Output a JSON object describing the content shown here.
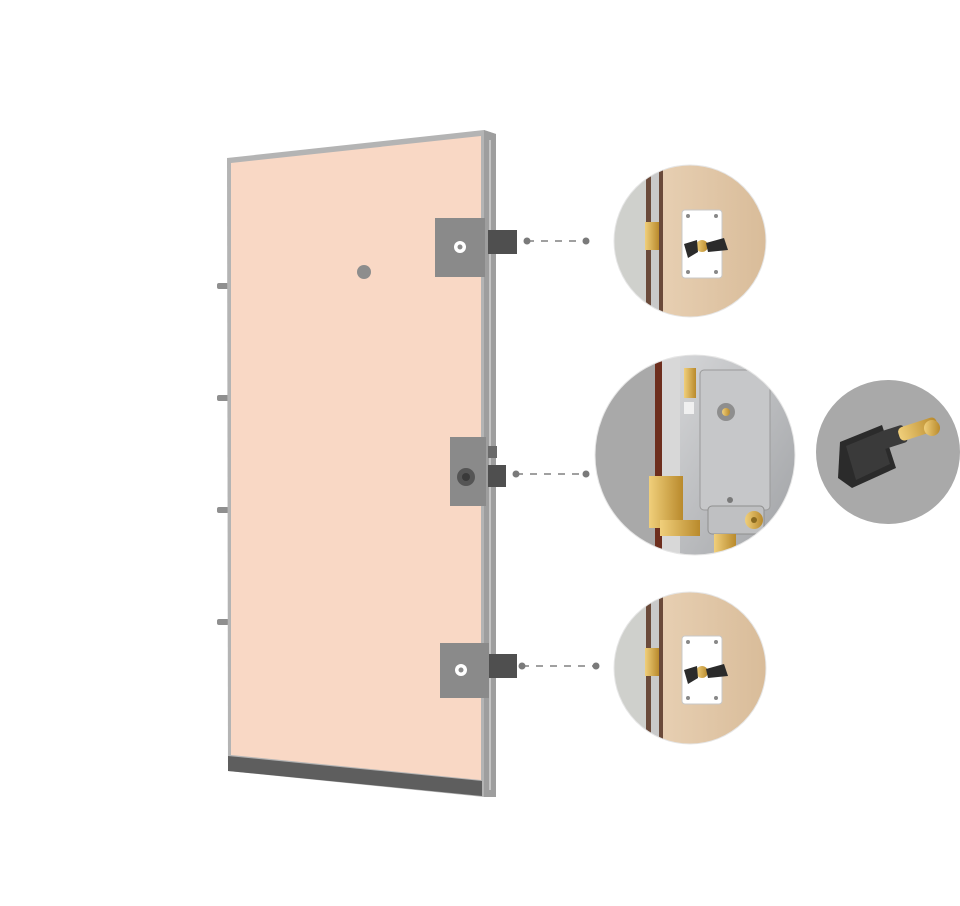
{
  "diagram": {
    "subject": "security-door-lock-points",
    "colors": {
      "door_face": "#f9d8c5",
      "frame": "#b4b4b4",
      "frame_dark": "#8f8f8f",
      "bottom_seal": "#5e5e5e",
      "hardware": "#8a8a8a",
      "bolt": "#4f4f4f",
      "connector": "#808080",
      "wood": "#dfc4a4",
      "detail_background": "#a9a9a9",
      "steel": "#bcbdbf",
      "brass": "#d6a94a",
      "key_black": "#2b2b2b"
    },
    "callouts": [
      {
        "id": "top-lock",
        "content": "secondary-lock-detail"
      },
      {
        "id": "middle-lock",
        "content": "main-mortise-lock-detail",
        "extra": "key-detail"
      },
      {
        "id": "bottom-lock",
        "content": "secondary-lock-detail"
      }
    ],
    "hinge_count": 4
  }
}
